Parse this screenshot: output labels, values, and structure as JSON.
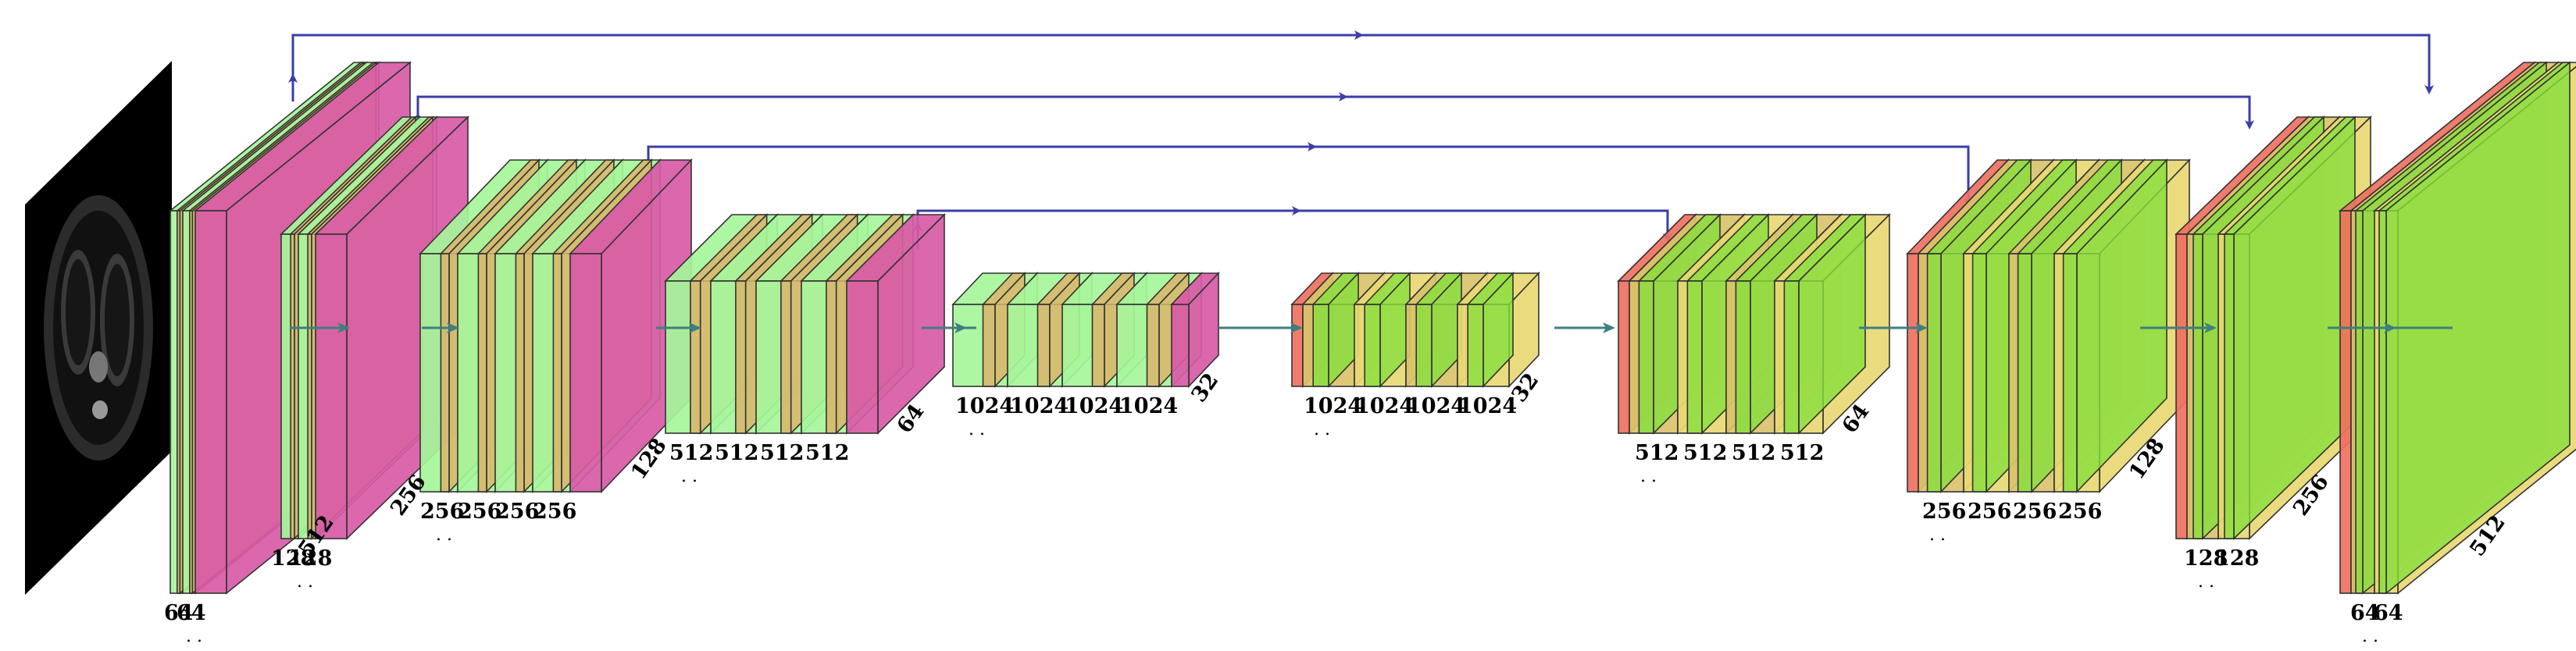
{
  "diagram": {
    "colors": {
      "conv": "#a6f59a",
      "norm": "#d9b46a",
      "pool": "#d85aa6",
      "pool_edge": "#e05bd8",
      "upconv": "#d9c36a",
      "upconv_alt": "#e8d873",
      "upconv_green": "#86df3c",
      "upsample": "#f07060",
      "skip": "#3b3ea6",
      "flow": "#3f7f7f",
      "input_bg": "#000000"
    },
    "input_image": {
      "name": "ct-slice-input",
      "kind": "grayscale axial CT slice"
    },
    "encoder_blocks": [
      {
        "name": "enc-block-1",
        "channels": [
          "64",
          "64"
        ],
        "spatial": "512",
        "pool": true
      },
      {
        "name": "enc-block-2",
        "channels": [
          "128",
          "128"
        ],
        "spatial": "256",
        "pool": true
      },
      {
        "name": "enc-block-3",
        "channels": [
          "256",
          "256",
          "256",
          "256"
        ],
        "spatial": "128",
        "pool": true
      },
      {
        "name": "enc-block-4",
        "channels": [
          "512",
          "512",
          "512",
          "512"
        ],
        "spatial": "64",
        "pool": true
      },
      {
        "name": "enc-block-5",
        "channels": [
          "1024",
          "1024",
          "1024",
          "1024"
        ],
        "spatial": "32",
        "pool": true
      }
    ],
    "decoder_blocks": [
      {
        "name": "dec-block-5",
        "channels": [
          "1024",
          "1024",
          "1024",
          "1024"
        ],
        "spatial": "32"
      },
      {
        "name": "dec-block-4",
        "channels": [
          "512",
          "512",
          "512",
          "512"
        ],
        "spatial": "64"
      },
      {
        "name": "dec-block-3",
        "channels": [
          "256",
          "256",
          "256",
          "256"
        ],
        "spatial": "128"
      },
      {
        "name": "dec-block-2",
        "channels": [
          "128",
          "128"
        ],
        "spatial": "256"
      },
      {
        "name": "dec-block-1",
        "channels": [
          "64",
          "64"
        ],
        "spatial": "512"
      }
    ],
    "skip_connections": [
      {
        "name": "skip-connection-1",
        "from": "enc-block-1",
        "to": "dec-block-1"
      },
      {
        "name": "skip-connection-2",
        "from": "enc-block-2",
        "to": "dec-block-2"
      },
      {
        "name": "skip-connection-3",
        "from": "enc-block-3",
        "to": "dec-block-3"
      },
      {
        "name": "skip-connection-4",
        "from": "enc-block-4",
        "to": "dec-block-4"
      }
    ],
    "dots": ". ."
  }
}
